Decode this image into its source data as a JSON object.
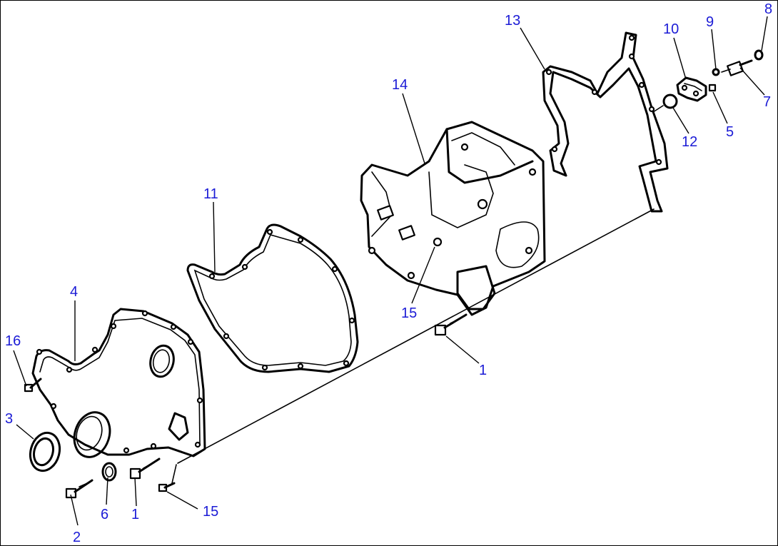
{
  "diagram": {
    "callouts": [
      {
        "id": "c16",
        "text": "16"
      },
      {
        "id": "c3",
        "text": "3"
      },
      {
        "id": "c4",
        "text": "4"
      },
      {
        "id": "c2",
        "text": "2"
      },
      {
        "id": "c6",
        "text": "6"
      },
      {
        "id": "c1a",
        "text": "1"
      },
      {
        "id": "c15a",
        "text": "15"
      },
      {
        "id": "c11",
        "text": "11"
      },
      {
        "id": "c14",
        "text": "14"
      },
      {
        "id": "c15b",
        "text": "15"
      },
      {
        "id": "c1b",
        "text": "1"
      },
      {
        "id": "c13",
        "text": "13"
      },
      {
        "id": "c10",
        "text": "10"
      },
      {
        "id": "c9",
        "text": "9"
      },
      {
        "id": "c8",
        "text": "8"
      },
      {
        "id": "c7",
        "text": "7"
      },
      {
        "id": "c5",
        "text": "5"
      },
      {
        "id": "c12",
        "text": "12"
      }
    ]
  }
}
